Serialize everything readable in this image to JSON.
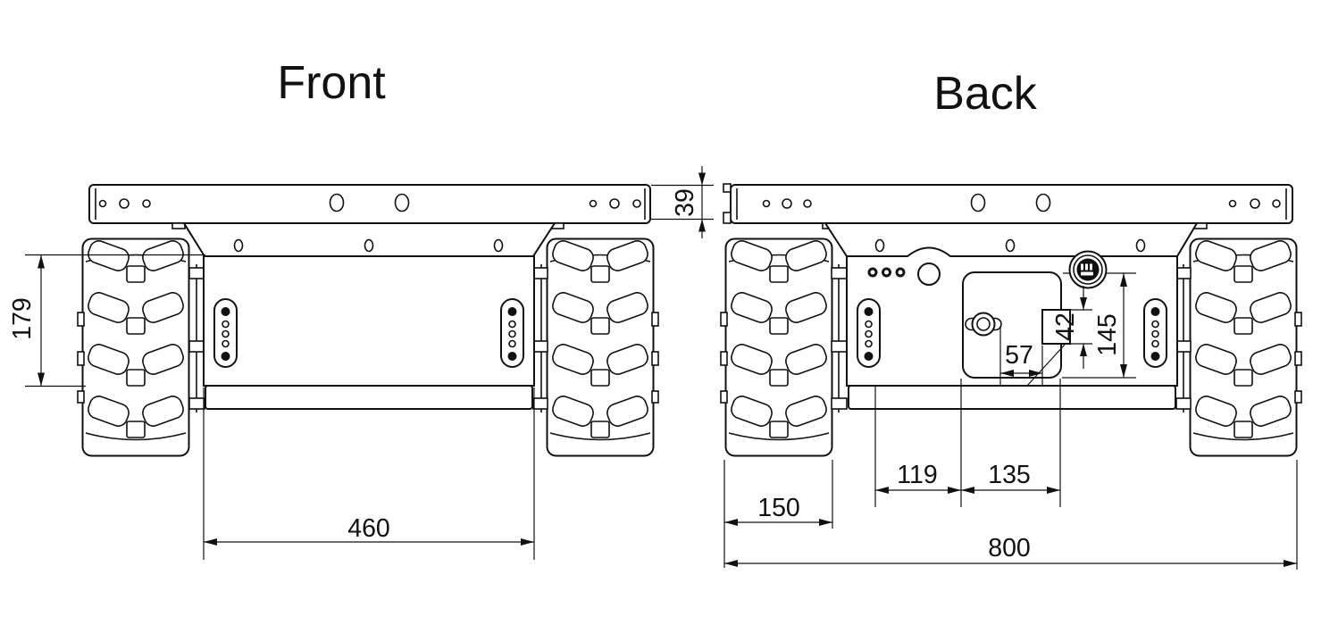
{
  "page": {
    "background": "#ffffff",
    "line_color": "#111111"
  },
  "views": {
    "front": {
      "title": "Front",
      "dims": {
        "body_height": "179",
        "body_width": "460",
        "bar_height": "39"
      }
    },
    "back": {
      "title": "Back",
      "dims": {
        "socket_height": "42",
        "panel_height": "145",
        "key_to_socket": "57",
        "left_span": "119",
        "right_span": "135",
        "wheel_width": "150",
        "overall_width": "800"
      }
    }
  }
}
